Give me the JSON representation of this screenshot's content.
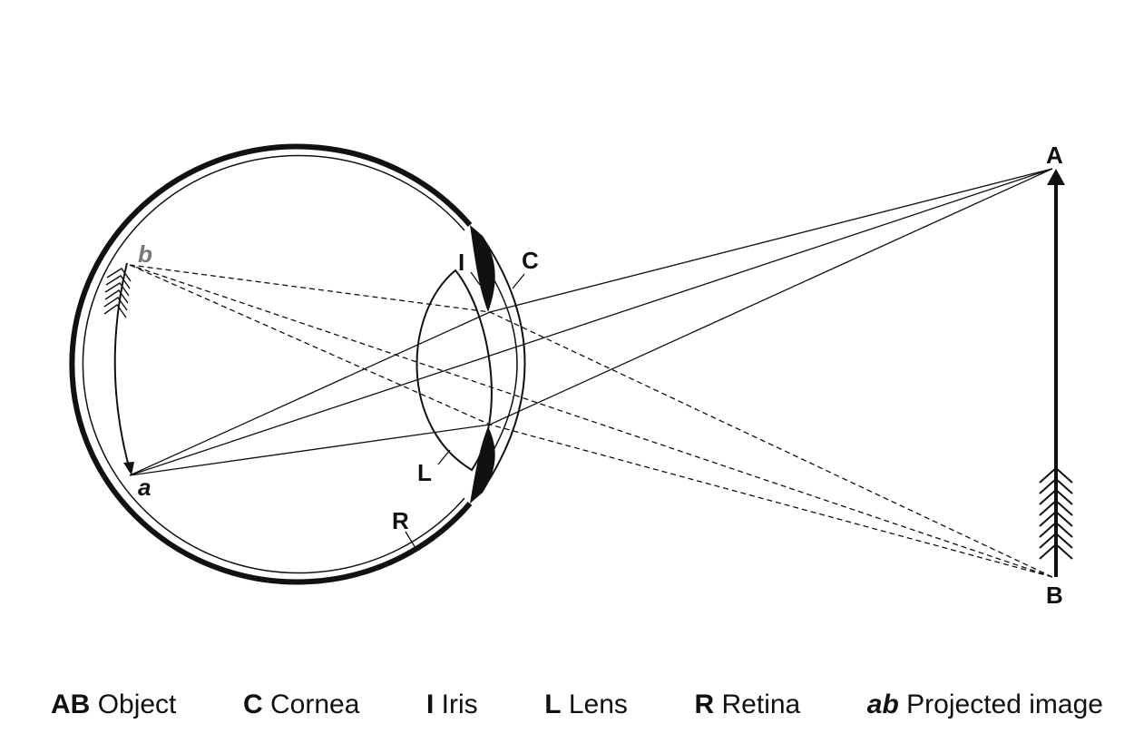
{
  "points": {
    "A": "A",
    "B": "B",
    "a": "a",
    "b": "b",
    "C": "C",
    "I": "I",
    "L": "L",
    "R": "R"
  },
  "legend": [
    {
      "key": "AB",
      "text": "Object"
    },
    {
      "key": "C",
      "text": "Cornea"
    },
    {
      "key": "I",
      "text": "Iris"
    },
    {
      "key": "L",
      "text": "Lens"
    },
    {
      "key": "R",
      "text": "Retina"
    },
    {
      "key": "ab",
      "text": "Projected image"
    }
  ],
  "colors": {
    "ink": "#111111",
    "faded": "#777777"
  }
}
